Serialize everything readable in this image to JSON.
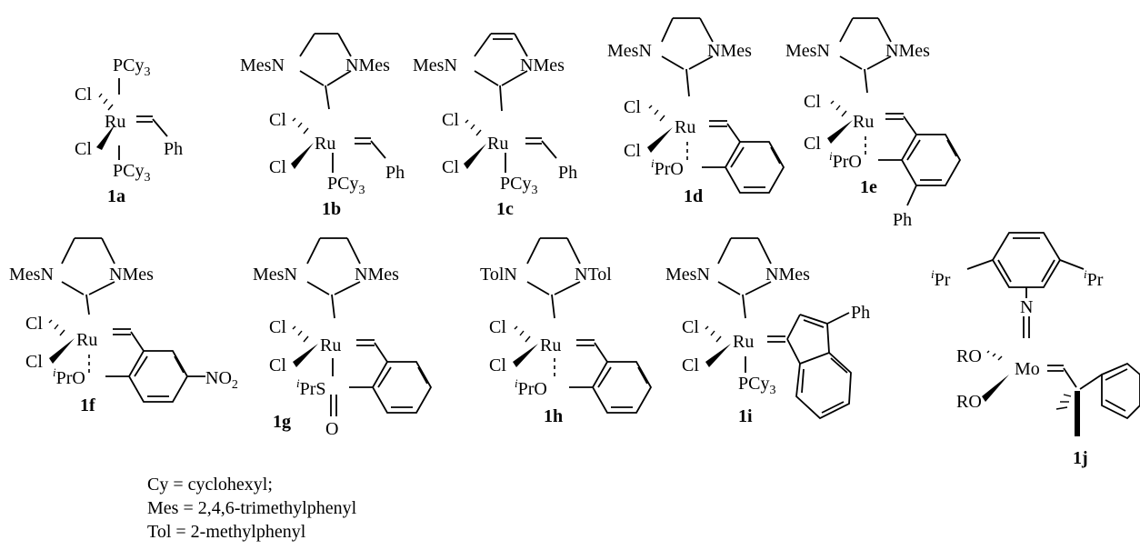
{
  "atoms": {
    "Cl": "Cl",
    "Ru": "Ru",
    "Mo": "Mo",
    "N": "N",
    "O": "O",
    "S": "S",
    "RO": "RO",
    "Ph": "Ph",
    "PCy": "PCy",
    "three": "3",
    "two": "2",
    "MesN": "MesN",
    "NMes": "NMes",
    "TolN": "TolN",
    "NTol": "NTol",
    "i": "i",
    "PrO": "PrO",
    "PrS": "PrS",
    "Pr": "Pr",
    "NO": "NO"
  },
  "labels": {
    "1a": "1a",
    "1b": "1b",
    "1c": "1c",
    "1d": "1d",
    "1e": "1e",
    "1f": "1f",
    "1g": "1g",
    "1h": "1h",
    "1i": "1i",
    "1j": "1j"
  },
  "legend": [
    "Cy = cyclohexyl;",
    "Mes = 2,4,6-trimethylphenyl",
    "Tol = 2-methylphenyl"
  ]
}
